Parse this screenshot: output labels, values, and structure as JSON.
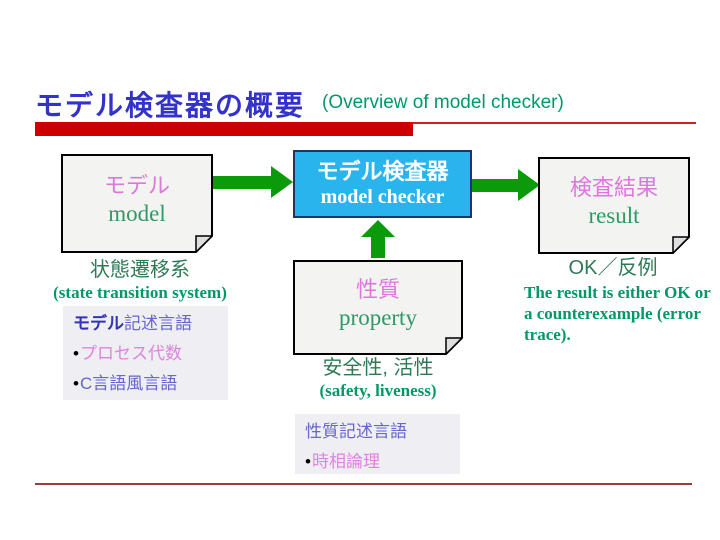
{
  "colors": {
    "title_blue": "#3333CC",
    "heading_green": "#009966",
    "dark_green": "#2E7A55",
    "pink": "#DD77DD",
    "slate_blue": "#6666CC",
    "bar_red": "#CC0000",
    "arrow_green": "#0A9A0A",
    "checker_fill": "#2AB4EE",
    "checker_border": "#17386B",
    "note_fill": "#F3F3F1",
    "lang_box_fill": "#EEEEF3",
    "bottom_line": "#9A3E3E"
  },
  "header": {
    "title_jp": "モデル検査器の概要",
    "title_en": "(Overview of model checker)"
  },
  "diagram": {
    "model_box": {
      "jp": "モデル",
      "en": "model"
    },
    "checker_box": {
      "jp": "モデル検査器",
      "en": "model checker"
    },
    "result_box": {
      "jp": "検査結果",
      "en": "result"
    },
    "property_box": {
      "jp": "性質",
      "en": "property"
    },
    "state_transition": {
      "jp": "状態遷移系",
      "en": "(state transition system)"
    },
    "model_language": {
      "title_head": "モデル",
      "title_rest": "記述言語",
      "items": [
        {
          "bullet": "•",
          "label": "プロセス代数"
        },
        {
          "bullet": "•",
          "label": "C言語風言語"
        }
      ]
    },
    "safety": {
      "jp": "安全性, 活性",
      "en": "(safety, liveness)"
    },
    "property_language": {
      "title": "性質記述言語",
      "items": [
        {
          "bullet": "•",
          "label": "時相論理"
        }
      ]
    },
    "result_note": {
      "jp": "OK／反例",
      "en": "The result is either OK or a counterexample (error trace)."
    }
  }
}
